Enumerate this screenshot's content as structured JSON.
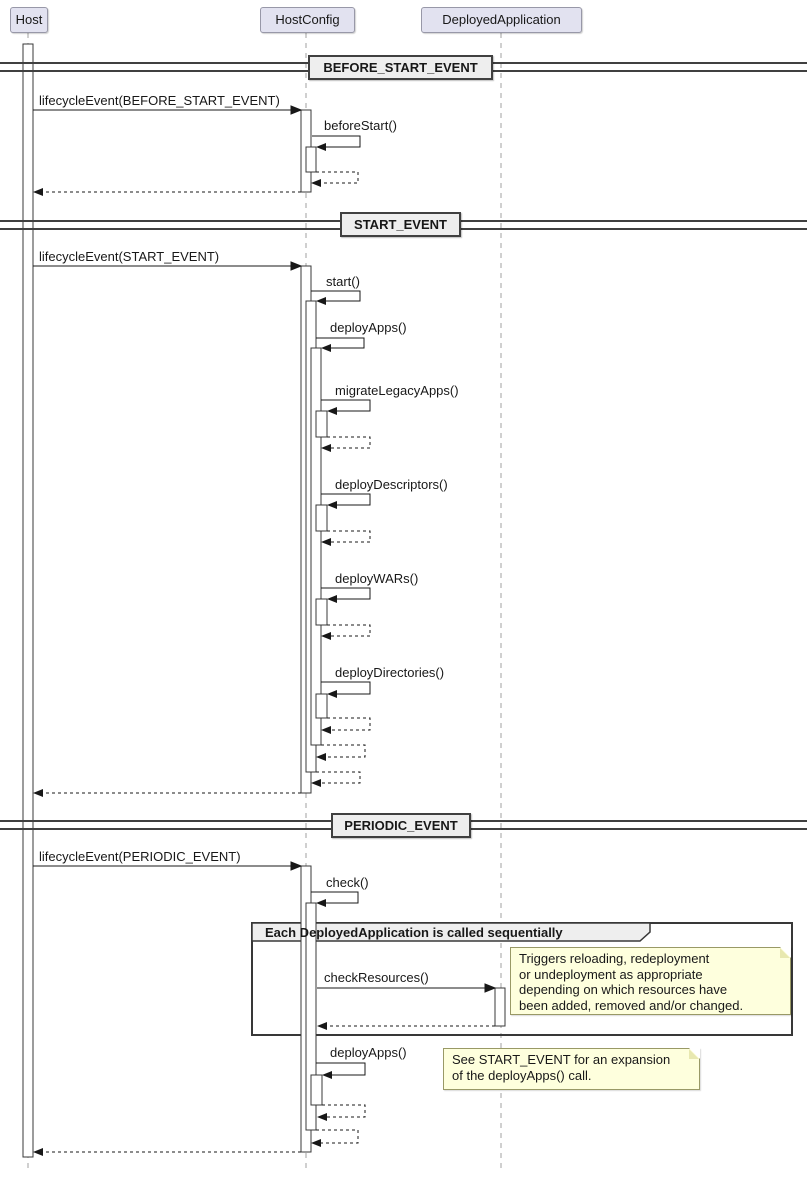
{
  "participants": [
    {
      "label": "Host"
    },
    {
      "label": "HostConfig"
    },
    {
      "label": "DeployedApplication"
    }
  ],
  "dividers": [
    {
      "label": "BEFORE_START_EVENT"
    },
    {
      "label": "START_EVENT"
    },
    {
      "label": "PERIODIC_EVENT"
    }
  ],
  "messages": {
    "lifecycle_before_start": "lifecycleEvent(BEFORE_START_EVENT)",
    "before_start": "beforeStart()",
    "lifecycle_start": "lifecycleEvent(START_EVENT)",
    "start": "start()",
    "deploy_apps": "deployApps()",
    "migrate_legacy_apps": "migrateLegacyApps()",
    "deploy_descriptors": "deployDescriptors()",
    "deploy_wars": "deployWARs()",
    "deploy_directories": "deployDirectories()",
    "lifecycle_periodic": "lifecycleEvent(PERIODIC_EVENT)",
    "check": "check()",
    "check_resources": "checkResources()",
    "deploy_apps_periodic": "deployApps()"
  },
  "group": {
    "label": "Each DeployedApplication is called sequentially"
  },
  "notes": {
    "check_resources_note": "Triggers reloading, redeployment\nor undeployment as appropriate\ndepending on which resources have\nbeen added, removed and/or changed.",
    "deploy_apps_note": "See START_EVENT for an expansion\nof the deployApps() call."
  },
  "colors": {
    "participant_fill": "#E2E2F0",
    "participant_border": "#9898A8",
    "divider_fill": "#EEEEEE",
    "note_fill": "#FEFFDD",
    "note_border": "#999966",
    "line": "#181818",
    "lifeline": "#A0A0A0",
    "activation_fill": "#FFFFFF"
  }
}
